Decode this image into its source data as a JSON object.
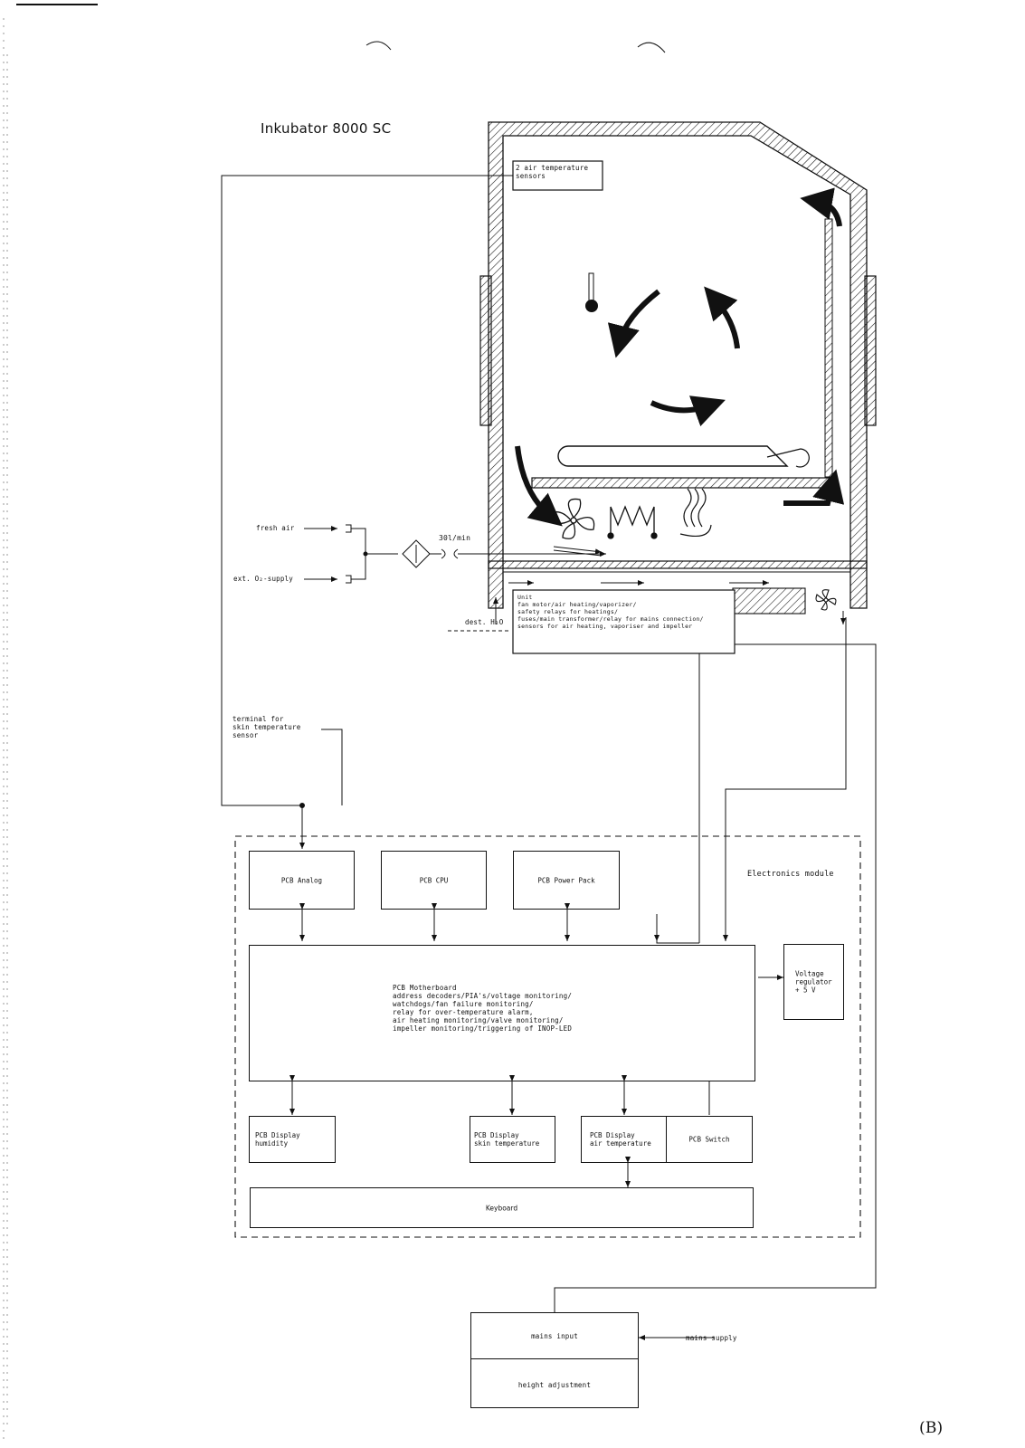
{
  "title": "Inkubator 8000 SC",
  "incubator": {
    "sensor_label": "2 air temperature\nsensors",
    "flow_rate": "30l/min",
    "distilled_water": "dest. H₂O"
  },
  "inputs": {
    "fresh_air": "fresh air",
    "ext_o2": "ext. O₂-supply",
    "skin_sensor_terminal": "terminal for\nskin temperature\nsensor"
  },
  "unit_box": {
    "text": "Unit\nfan motor/air heating/vaporizer/\nsafety relays for heatings/\nfuses/main transformer/relay for mains connection/\nsensors for air heating, vaporiser and impeller"
  },
  "electronics": {
    "module_label": "Electronics module",
    "pcb_analog": "PCB Analog",
    "pcb_cpu": "PCB CPU",
    "pcb_power": "PCB Power Pack",
    "motherboard": "PCB Motherboard\naddress decoders/PIA's/voltage monitoring/\nwatchdogs/fan failure monitoring/\nrelay for over-temperature alarm,\nair heating monitoring/valve monitoring/\nimpeller monitoring/triggering of INOP-LED",
    "voltage_regulator": "Voltage\nregulator\n+ 5 V",
    "display_humidity": "PCB Display\nhumidity",
    "display_skin": "PCB Display\nskin temperature",
    "display_air": "PCB Display\nair temperature",
    "pcb_switch": "PCB Switch",
    "keyboard": "Keyboard"
  },
  "mains": {
    "mains_input": "mains input",
    "height_adjustment": "height adjustment",
    "mains_supply": "mains supply"
  },
  "page_mark": "(B)"
}
